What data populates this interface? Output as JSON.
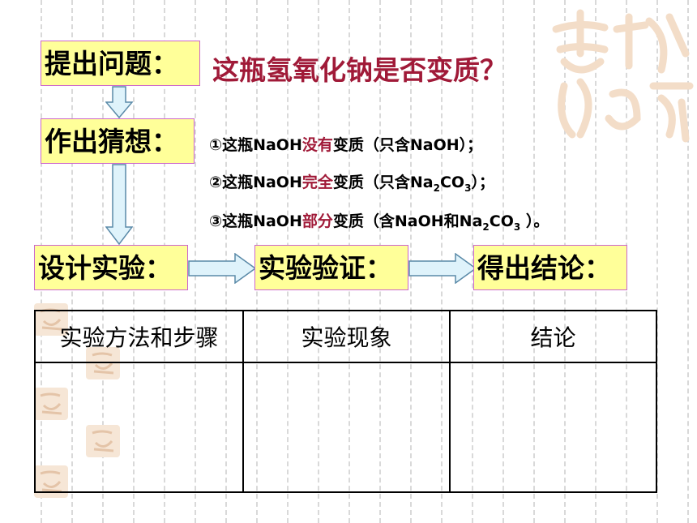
{
  "flow": {
    "question_label": "提出问题：",
    "question_text": "这瓶氢氧化钠是否变质？",
    "hypothesis_label": "作出猜想：",
    "hypotheses": [
      {
        "prefix": "①这瓶NaOH",
        "highlight": "没有",
        "suffix": "变质（只含NaOH）；"
      },
      {
        "prefix": "②这瓶NaOH",
        "highlight": "完全",
        "suffix_a": "变质（只含Na",
        "sub_a": "2",
        "suffix_b": "CO",
        "sub_b": "3",
        "suffix_c": "）；"
      },
      {
        "prefix": "③这瓶NaOH",
        "highlight": "部分",
        "suffix_a": "变质（含NaOH和Na",
        "sub_a": "2",
        "suffix_b": "CO",
        "sub_b": "3",
        "suffix_c": " ）。"
      }
    ],
    "design_label": "设计实验：",
    "verify_label": "实验验证：",
    "conclusion_label": "得出结论："
  },
  "table": {
    "headers": [
      "实验方法和步骤",
      "实验现象",
      "结论"
    ]
  },
  "colors": {
    "box_fill": "#ffff99",
    "box_border": "#cc66cc",
    "accent_red": "#a01a38",
    "arrow_fill": "#dff3fb",
    "arrow_stroke": "#5a8aa8"
  },
  "watermark": "吉祥如意"
}
